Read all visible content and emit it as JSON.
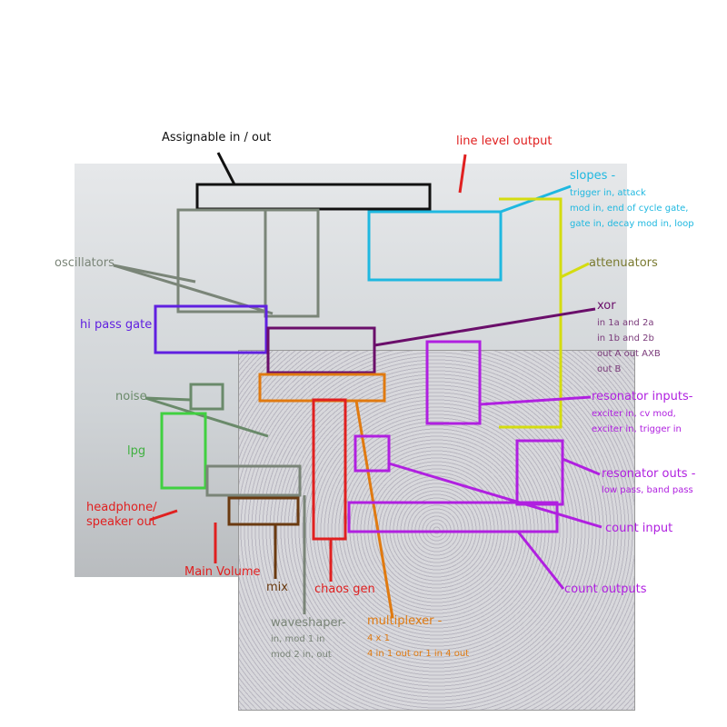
{
  "labels": {
    "assignable": "Assignable in / out",
    "line_level": "line level output",
    "slopes": "slopes -",
    "slopes_sub": [
      "trigger in, attack",
      "mod in, end of cycle gate,",
      "gate in, decay mod in, loop"
    ],
    "attenuators": "attenuators",
    "oscillators": "oscillators",
    "hi_pass_gate": "hi pass gate",
    "xor": "xor",
    "xor_sub": [
      "in 1a and 2a",
      "in 1b and 2b",
      "out A out AXB",
      "out B"
    ],
    "noise": "noise",
    "resonator_inputs": "resonator inputs-",
    "resonator_inputs_sub": [
      "exciter in, cv mod,",
      "exciter in, trigger in"
    ],
    "lpg": "lpg",
    "resonator_outs": "resonator outs -",
    "resonator_outs_sub": "low pass, band pass",
    "headphone": [
      "headphone/",
      "speaker out"
    ],
    "count_input": "count input",
    "main_volume": "Main Volume",
    "mix": "mix",
    "chaos_gen": "chaos gen",
    "count_outputs": "count outputs",
    "waveshaper": "waveshaper-",
    "waveshaper_sub": [
      "in, mod 1 in",
      "mod 2 in, out"
    ],
    "multiplexer": "multiplexer -",
    "multiplexer_sub": [
      "4 x 1",
      "4 in 1 out or 1 in 4 out"
    ]
  },
  "colors": {
    "black": "#111111",
    "red": "#e02020",
    "cyan": "#1fb8e0",
    "yellow": "#d4dc10",
    "gray": "#7a8578",
    "blue": "#6020e0",
    "purple": "#6a0e6a",
    "orange": "#e07a10",
    "green": "#40d040",
    "violet": "#b020e0",
    "brown": "#6a3a10"
  }
}
